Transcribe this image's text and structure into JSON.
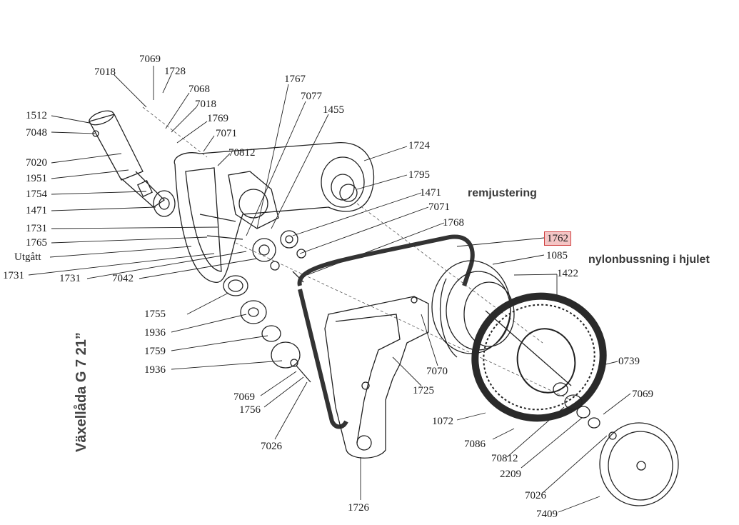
{
  "title": "Växellåda G 7 21”",
  "notes": {
    "remjustering": "remjustering",
    "nylonbussning": "nylonbussning i hjulet"
  },
  "labels": {
    "l7069a": "7069",
    "l7018a": "7018",
    "l1728": "1728",
    "l7068": "7068",
    "l7018b": "7018",
    "l1769": "1769",
    "l7071a": "7071",
    "l70812a": "70812",
    "l1512": "1512",
    "l7048": "7048",
    "l7020": "7020",
    "l1951": "1951",
    "l1754": "1754",
    "l1471a": "1471",
    "l1731a": "1731",
    "l1765": "1765",
    "lUtgatt": "Utgått",
    "l1731b": "1731",
    "l1731c": "1731",
    "l7042": "7042",
    "l1767": "1767",
    "l7077": "7077",
    "l1455": "1455",
    "l1724": "1724",
    "l1795": "1795",
    "l1471b": "1471",
    "l7071b": "7071",
    "l1768": "1768",
    "l1762": "1762",
    "l1085": "1085",
    "l1422": "1422",
    "l0739": "0739",
    "l7069b": "7069",
    "l1755": "1755",
    "l1936a": "1936",
    "l1759": "1759",
    "l1936b": "1936",
    "l7069c": "7069",
    "l1756": "1756",
    "l7026a": "7026",
    "l7070": "7070",
    "l1725": "1725",
    "l1072": "1072",
    "l7086": "7086",
    "l70812b": "70812",
    "l2209": "2209",
    "l7026b": "7026",
    "l7409": "7409",
    "l1726": "1726"
  }
}
